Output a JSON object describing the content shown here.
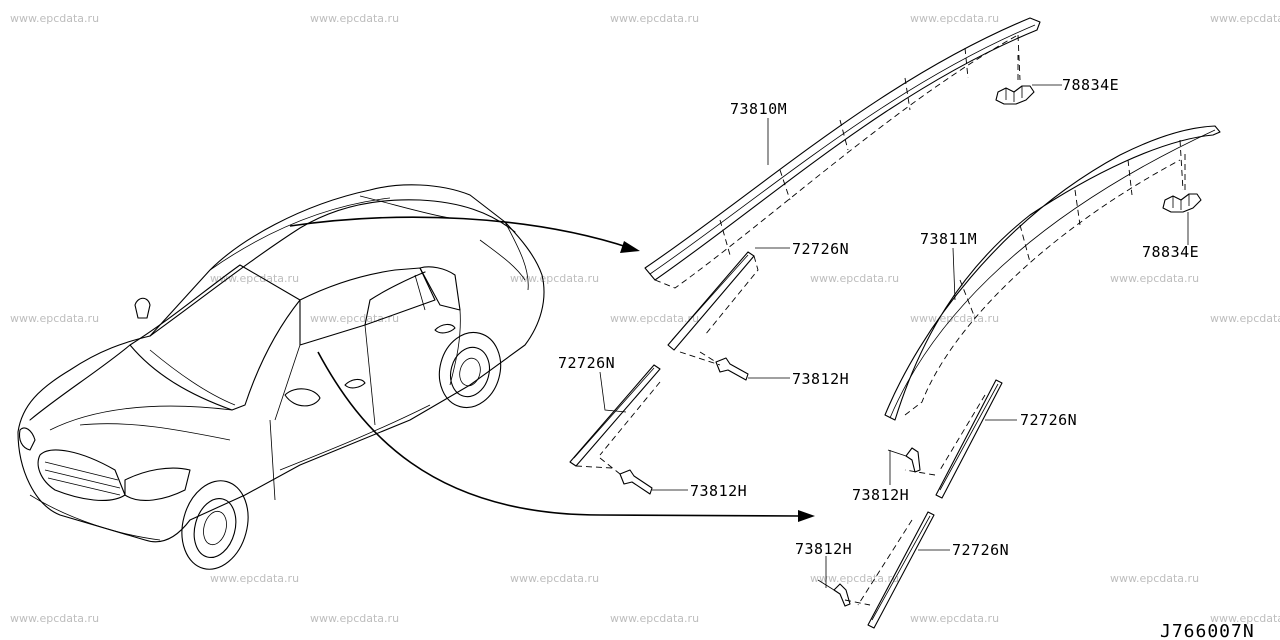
{
  "watermark": "www.epcdata.ru",
  "diagram_code": "J766007N",
  "parts": {
    "moulding_rh": "73810M",
    "moulding_lh": "73811M",
    "clip_upper_1": "78834E",
    "clip_upper_2": "78834E",
    "seal_front_upper": "72726N",
    "seal_front_lower": "72726N",
    "seal_rear_upper": "72726N",
    "seal_rear_lower": "72726N",
    "screw_1": "73812H",
    "screw_2": "73812H",
    "screw_3": "73812H",
    "screw_4": "73812H"
  }
}
